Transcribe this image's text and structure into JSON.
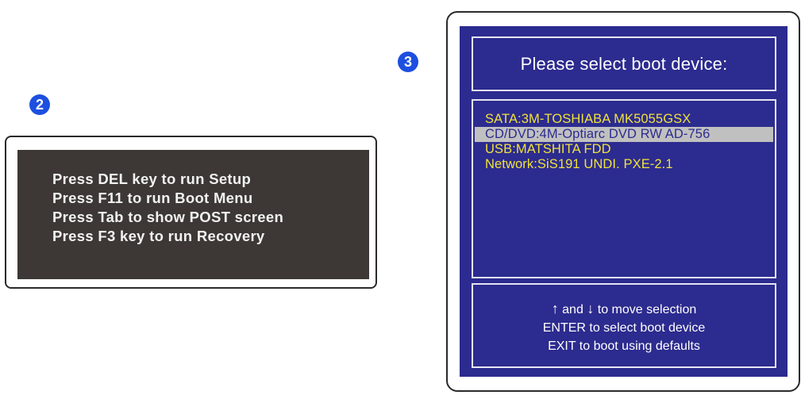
{
  "steps": {
    "step_two": "2",
    "step_three": "3"
  },
  "post_screen": {
    "lines": [
      "Press DEL key to run Setup",
      "Press F11 to run Boot Menu",
      "Press Tab to show POST screen",
      "Press F3 key to run Recovery"
    ]
  },
  "boot_menu": {
    "title": "Please select boot device:",
    "devices": [
      "SATA:3M-TOSHIABA MK5055GSX",
      "CD/DVD:4M-Optiarc DVD RW AD-756",
      "USB:MATSHITA FDD",
      "Network:SiS191 UNDI. PXE-2.1"
    ],
    "selected_device": "CD/DVD:4M-Optiarc DVD RW AD-756",
    "help": {
      "up_arrow": "↑",
      "and_word": "and",
      "down_arrow": "↓",
      "move_text": "to move selection",
      "enter_line": "ENTER to select boot device",
      "exit_line": "EXIT to boot using defaults"
    }
  },
  "colors": {
    "badge": "#1d4fe0",
    "post_background": "#3d3835",
    "boot_background": "#2c2b8f",
    "device_text": "#f0e23a",
    "selection_highlight": "#c0c0c0"
  }
}
